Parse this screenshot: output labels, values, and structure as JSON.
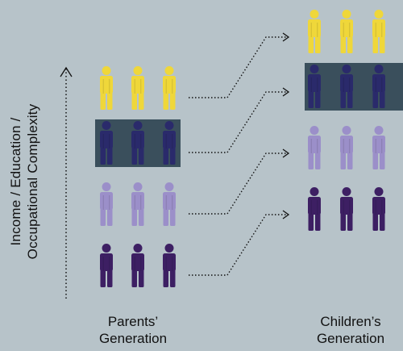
{
  "axis_label_line1": "Income / Education /",
  "axis_label_line2": "Occupational Complexity",
  "parents_label_line1": "Parents’",
  "parents_label_line2": "Generation",
  "children_label_line1": "Children’s",
  "children_label_line2": "Generation",
  "figures_per_group": 3,
  "parents_groups": [
    {
      "level": 4,
      "color": "#efd73a",
      "highlighted": false
    },
    {
      "level": 3,
      "color": "#2a2a6b",
      "highlighted": true
    },
    {
      "level": 2,
      "color": "#9b8fc9",
      "highlighted": false
    },
    {
      "level": 1,
      "color": "#3d1f63",
      "highlighted": false
    }
  ],
  "children_groups": [
    {
      "level": 4,
      "color": "#efd73a",
      "highlighted": false
    },
    {
      "level": 3,
      "color": "#2a2a6b",
      "highlighted": true
    },
    {
      "level": 2,
      "color": "#9b8fc9",
      "highlighted": false
    },
    {
      "level": 1,
      "color": "#3d1f63",
      "highlighted": false
    }
  ],
  "connections": [
    {
      "from_level": 4,
      "to_level": 4
    },
    {
      "from_level": 3,
      "to_level": 3
    },
    {
      "from_level": 2,
      "to_level": 2
    },
    {
      "from_level": 1,
      "to_level": 1
    }
  ],
  "colors": {
    "background": "#b7c3c9",
    "highlight_box": "#3a4f5c",
    "text": "#111111",
    "connector": "#111111"
  }
}
